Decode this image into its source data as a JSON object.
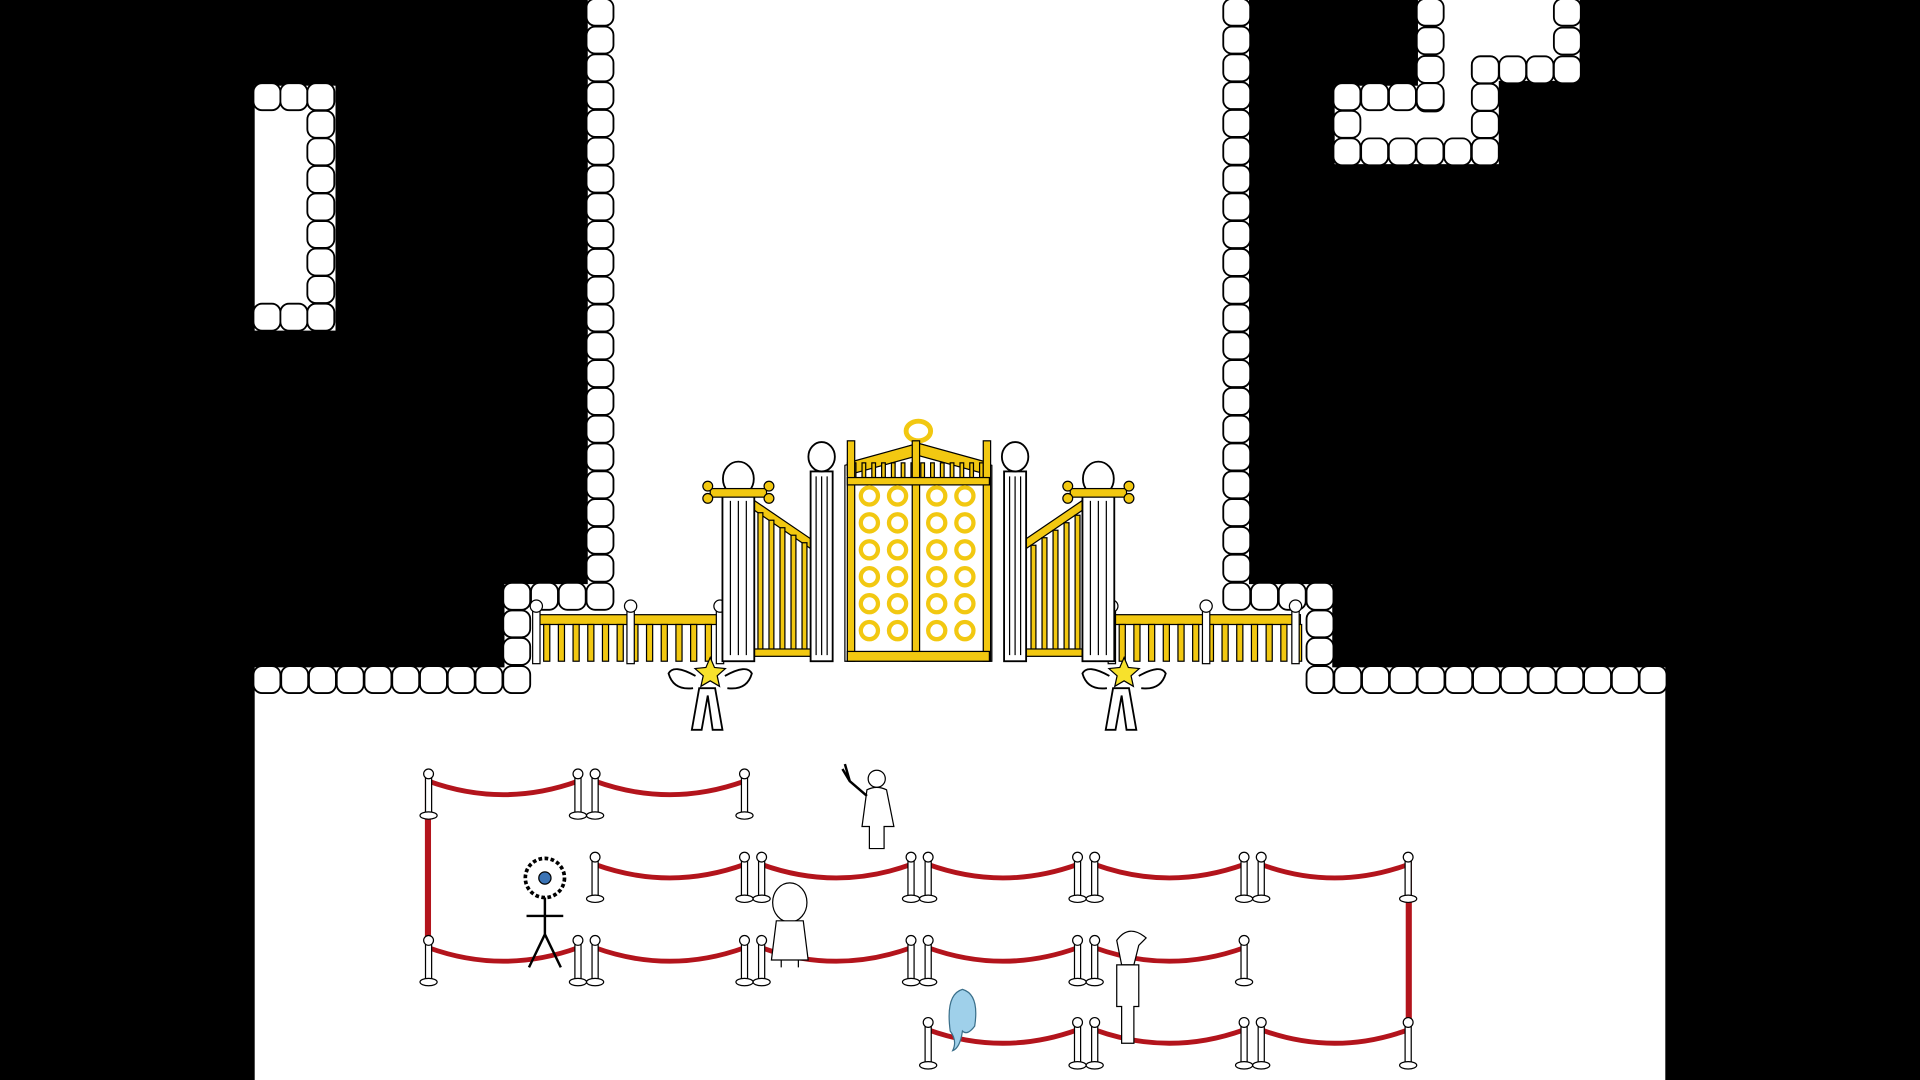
{
  "game": {
    "scene": "heaven-gate-queue",
    "colors": {
      "void": "#000000",
      "floor": "#ffffff",
      "outline": "#000000",
      "gold": "#f2c811",
      "gold_dark": "#b8900a",
      "rope": "#b3141c",
      "post": "#ffffff",
      "pillar": "#ffffff",
      "ghost": "#9fd0ea",
      "eye": "#3a73b5",
      "star": "#f7e12c"
    },
    "entities": [
      {
        "kind": "golden-gate",
        "icon": "gate-icon"
      },
      {
        "kind": "muscle-star-guard",
        "icon": "star-guard-icon"
      },
      {
        "kind": "muscle-star-guard",
        "icon": "star-guard-icon"
      },
      {
        "kind": "eye-stick-figure",
        "icon": "eye-creature-icon"
      },
      {
        "kind": "waving-person",
        "icon": "person-icon"
      },
      {
        "kind": "child-figure",
        "icon": "child-icon"
      },
      {
        "kind": "tall-figure",
        "icon": "tall-person-icon"
      },
      {
        "kind": "blue-ghost",
        "icon": "ghost-icon"
      }
    ]
  }
}
